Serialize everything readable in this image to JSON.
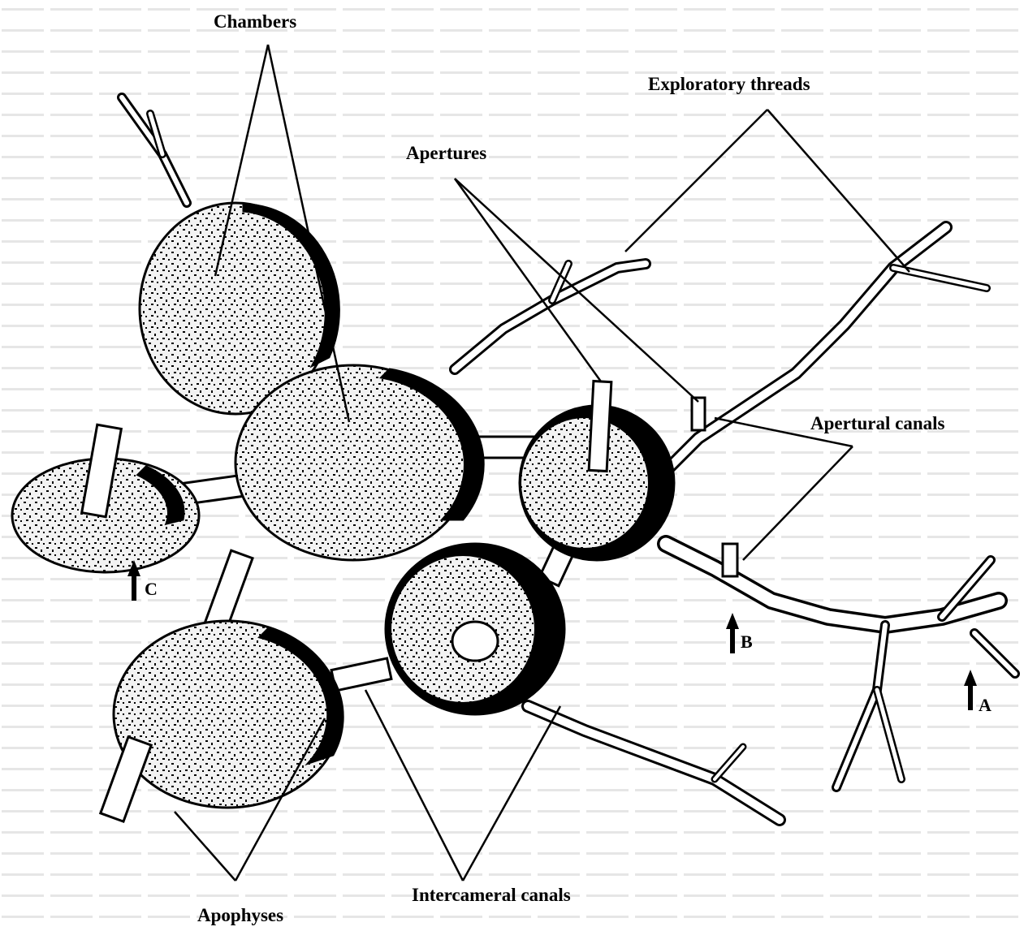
{
  "labels": {
    "chambers": "Chambers",
    "exploratory_threads": "Exploratory threads",
    "apertures": "Apertures",
    "apertural_canals": "Apertural canals",
    "apophyses": "Apophyses",
    "intercameral_canals": "Intercameral canals"
  },
  "markers": {
    "a": "A",
    "b": "B",
    "c": "C"
  },
  "colors": {
    "ink": "#000000",
    "paper": "#ffffff",
    "stipple_fill": "#e8e8e8",
    "background_text": "#dcdcdc"
  }
}
